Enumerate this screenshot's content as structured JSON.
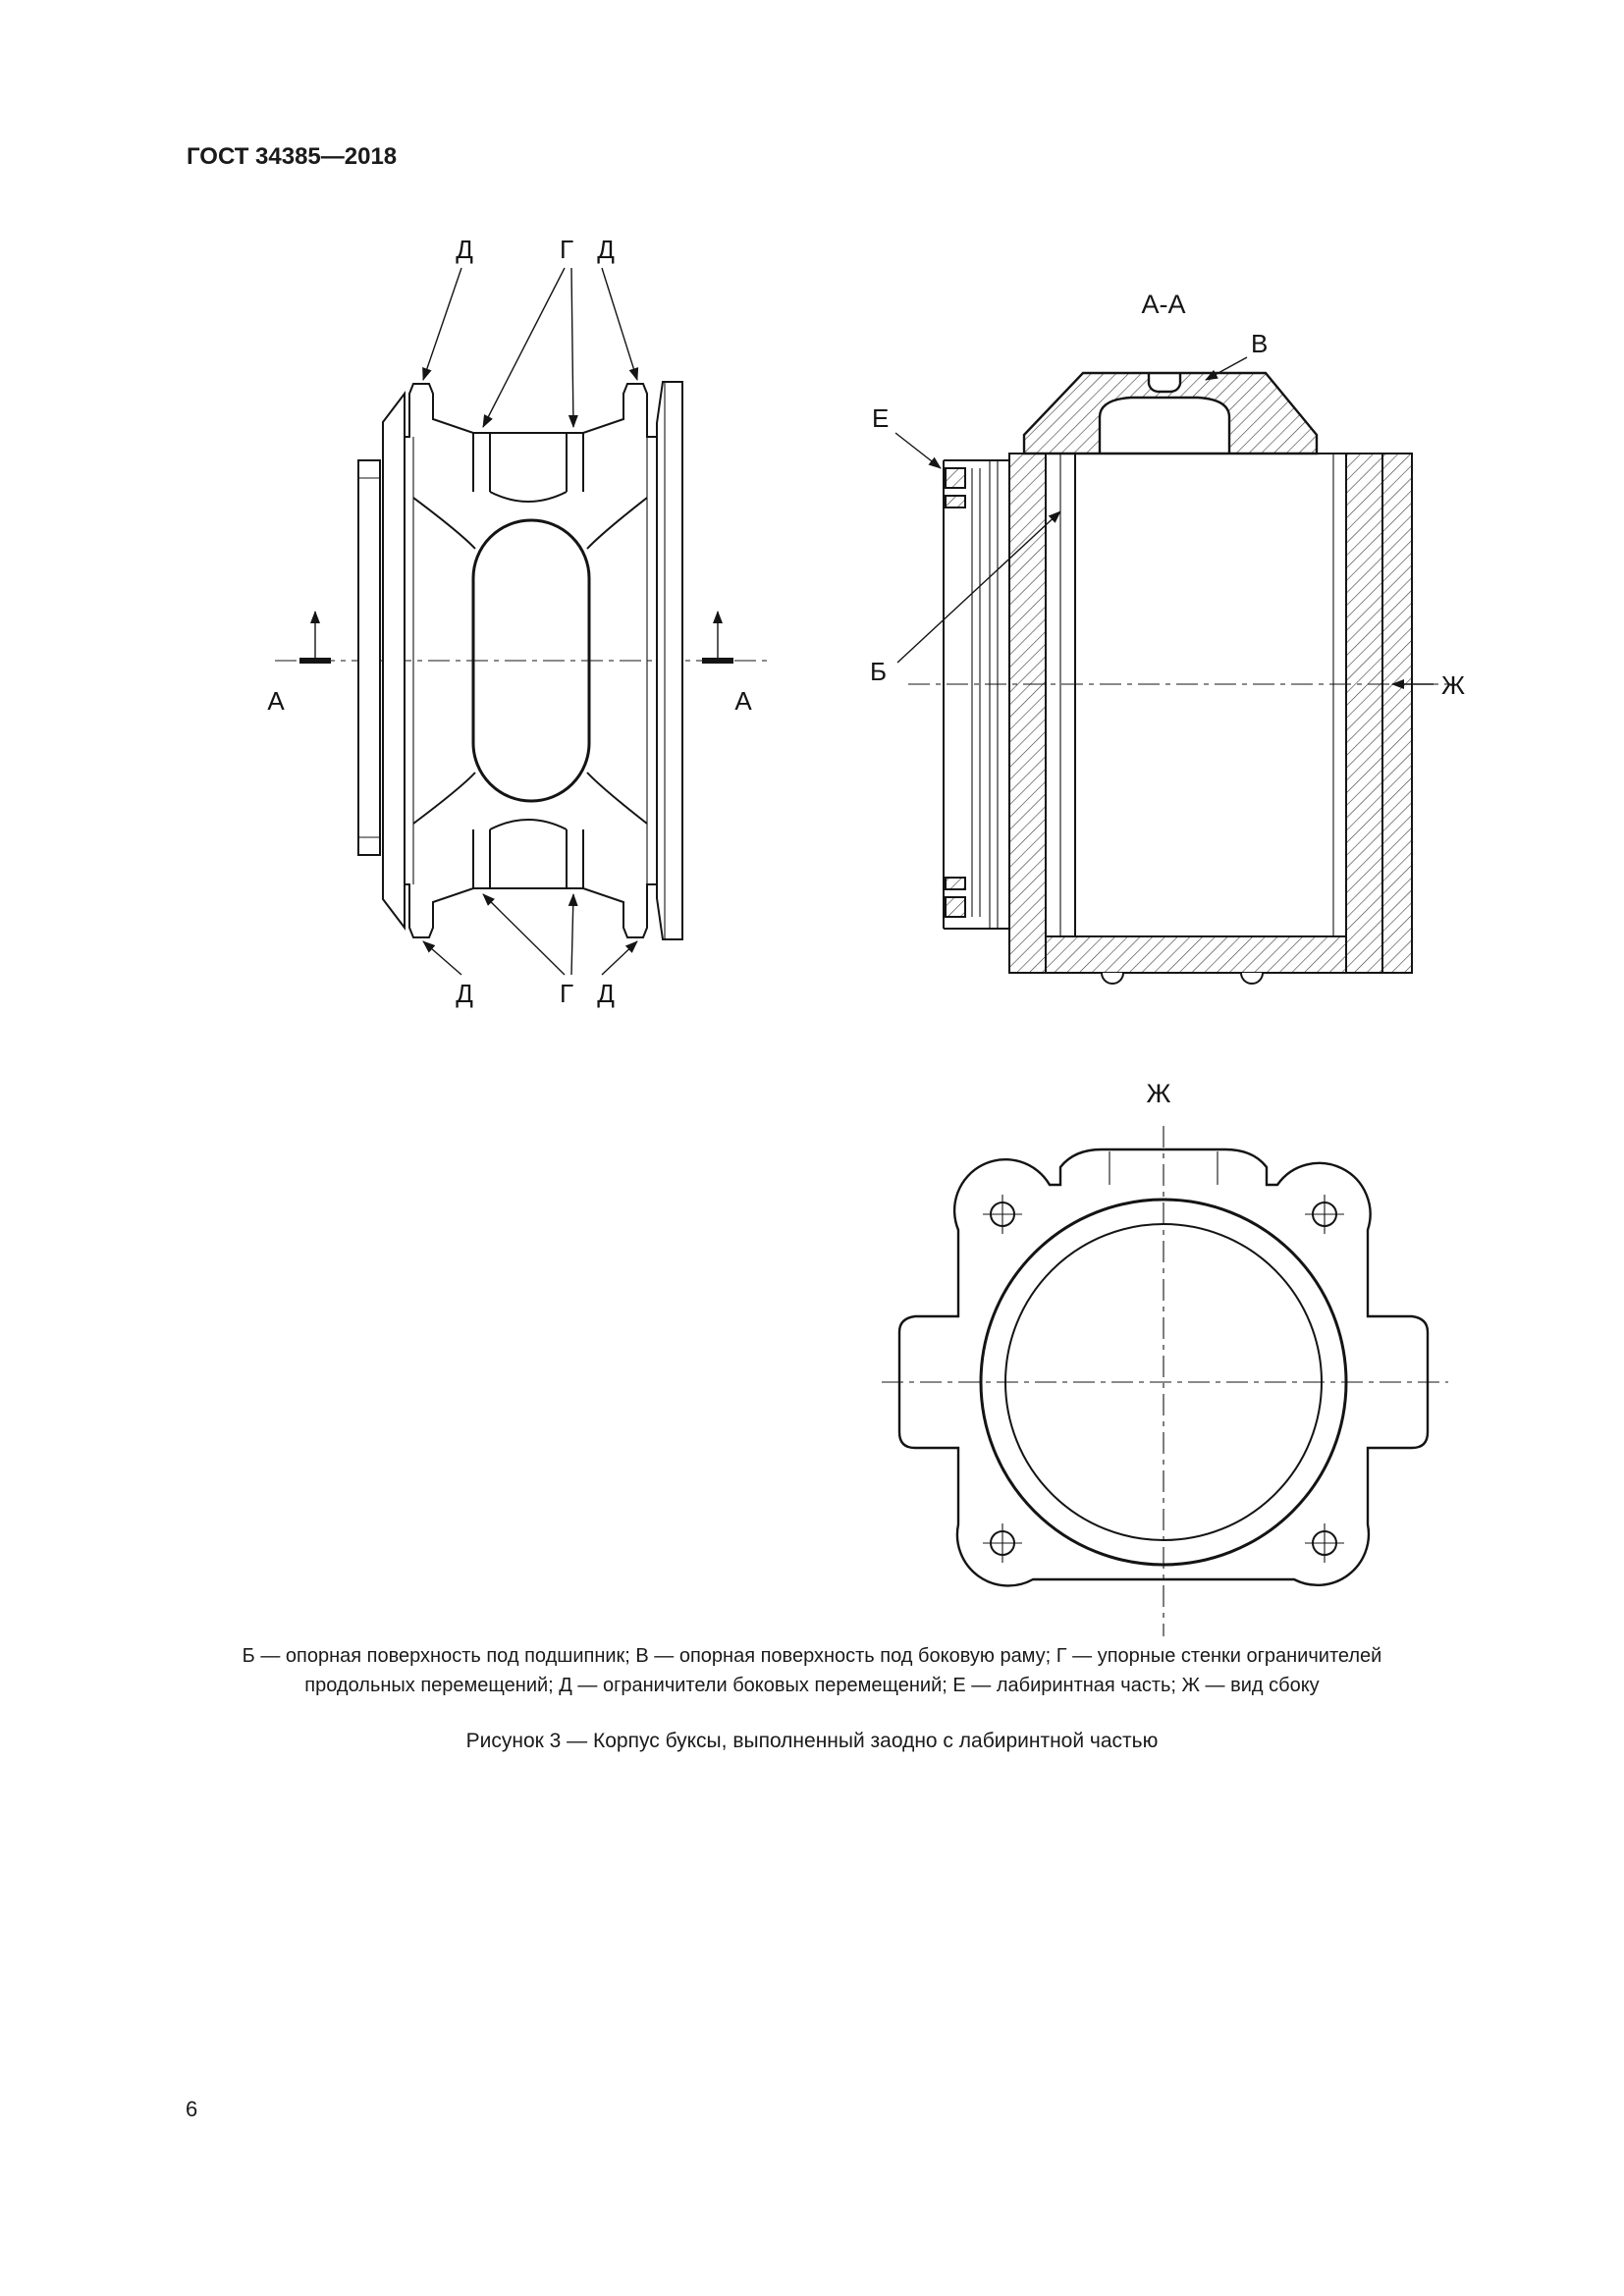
{
  "page": {
    "header": "ГОСТ 34385—2018",
    "page_number": "6"
  },
  "figure": {
    "legend_line1": "Б — опорная поверхность под подшипник; В — опорная поверхность под боковую раму; Г — упорные стенки ограничителей",
    "legend_line2": "продольных перемещений; Д — ограничители боковых перемещений; Е — лабиринтная часть; Ж — вид сбоку",
    "caption": "Рисунок 3 — Корпус буксы, выполненный заодно с лабиринтной частью"
  },
  "views": {
    "front": {
      "label_d": "Д",
      "label_g": "Г",
      "label_a": "А"
    },
    "section": {
      "title": "А-А",
      "label_v": "В",
      "label_e": "Е",
      "label_b": "Б",
      "label_zh": "Ж"
    },
    "side": {
      "title": "Ж"
    }
  }
}
